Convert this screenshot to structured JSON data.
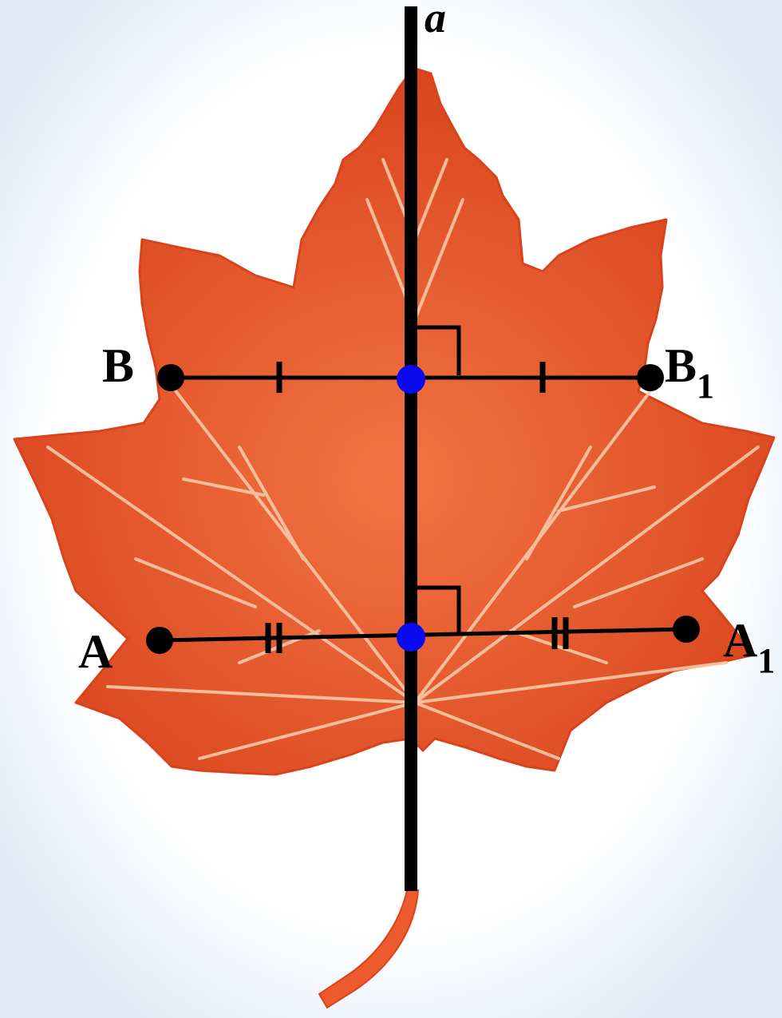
{
  "figure": {
    "axis_label": "a",
    "points": {
      "B": {
        "letter": "B",
        "subscript": ""
      },
      "B1": {
        "letter": "B",
        "subscript": "1"
      },
      "A": {
        "letter": "A",
        "subscript": ""
      },
      "A1": {
        "letter": "A",
        "subscript": "1"
      }
    }
  },
  "colors": {
    "background_center": "#ffffff",
    "background_edge": "#dfeaf5",
    "leaf_fill": "#ee5a2c",
    "leaf_edge": "#d9431c",
    "leaf_vein": "#f6c9a8",
    "line": "#000000",
    "midpoint": "#0a0af0"
  }
}
